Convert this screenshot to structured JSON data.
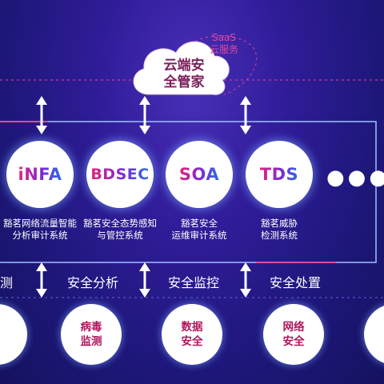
{
  "cloud": {
    "title_line1": "云端安",
    "title_line2": "全管家",
    "saas_line1": "SaaS",
    "saas_line2": "云服务"
  },
  "products": [
    {
      "name": "iNFA",
      "desc_line1": "豁茗网络流量智能",
      "desc_line2": "分析审计系统"
    },
    {
      "name": "BDSEC",
      "desc_line1": "豁茗安全态势感知",
      "desc_line2": "与管控系统"
    },
    {
      "name": "SOA",
      "desc_line1": "豁茗安全",
      "desc_line2": "运维审计系统"
    },
    {
      "name": "TDS",
      "desc_line1": "豁茗威胁",
      "desc_line2": "检测系统"
    }
  ],
  "more": "●●●",
  "layer_labels": [
    "测",
    "安全分析",
    "安全监控",
    "安全处置"
  ],
  "services": [
    {
      "line1": "病毒",
      "line2": "监测"
    },
    {
      "line1": "数据",
      "line2": "安全"
    },
    {
      "line1": "网络",
      "line2": "安全"
    }
  ],
  "colors": {
    "accent_pink": "#e2257a",
    "accent_purple": "#7b2ad8",
    "background": "#2f1c98",
    "service_text": "#b0155c"
  }
}
